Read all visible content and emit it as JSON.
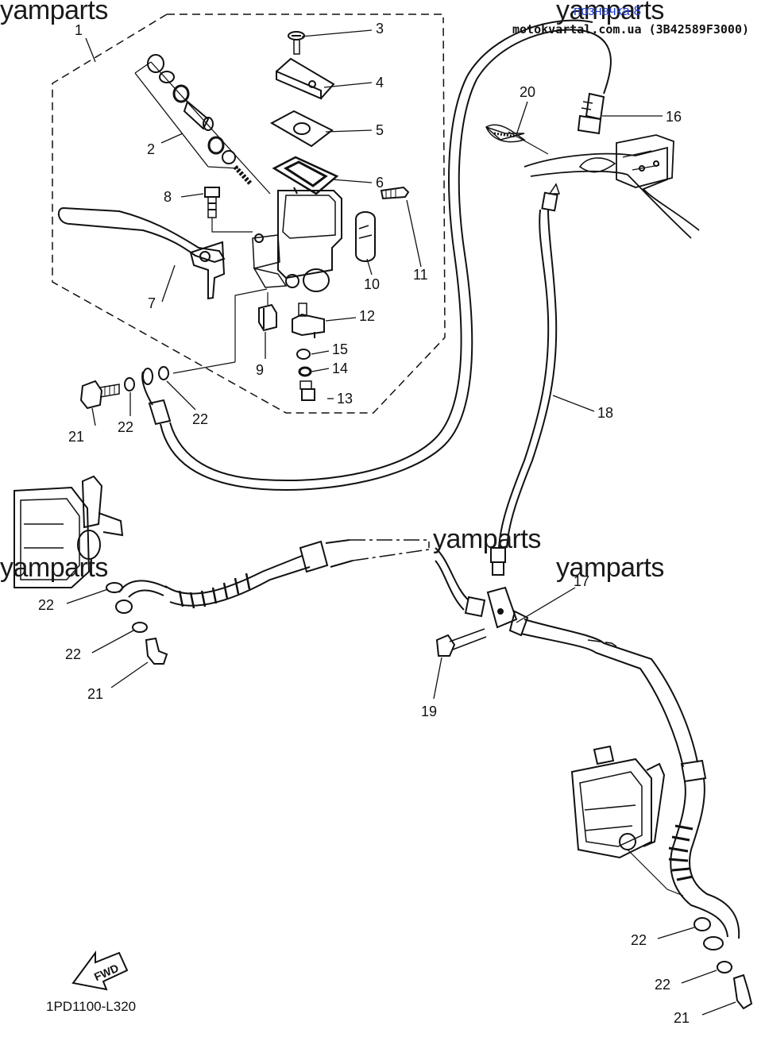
{
  "header": {
    "marker": "позначка 8",
    "source": "motokvartal.com.ua (3B42589F3000)"
  },
  "watermark": "yamparts",
  "drawing_code": "1PD1100-L320",
  "fwd_label": "FWD",
  "callouts": {
    "c1": "1",
    "c2": "2",
    "c3": "3",
    "c4": "4",
    "c5": "5",
    "c6": "6",
    "c7": "7",
    "c8": "8",
    "c9": "9",
    "c10": "10",
    "c11": "11",
    "c12": "12",
    "c13": "13",
    "c14": "14",
    "c15": "15",
    "c16": "16",
    "c17": "17",
    "c18": "18",
    "c19": "19",
    "c20": "20",
    "c21a": "21",
    "c21b": "21",
    "c21c": "21",
    "c22a": "22",
    "c22b": "22",
    "c22c": "22",
    "c22d": "22",
    "c22e": "22",
    "c22f": "22"
  },
  "colors": {
    "ink": "#111111",
    "marker": "#1f3fd6",
    "paper": "#ffffff"
  }
}
